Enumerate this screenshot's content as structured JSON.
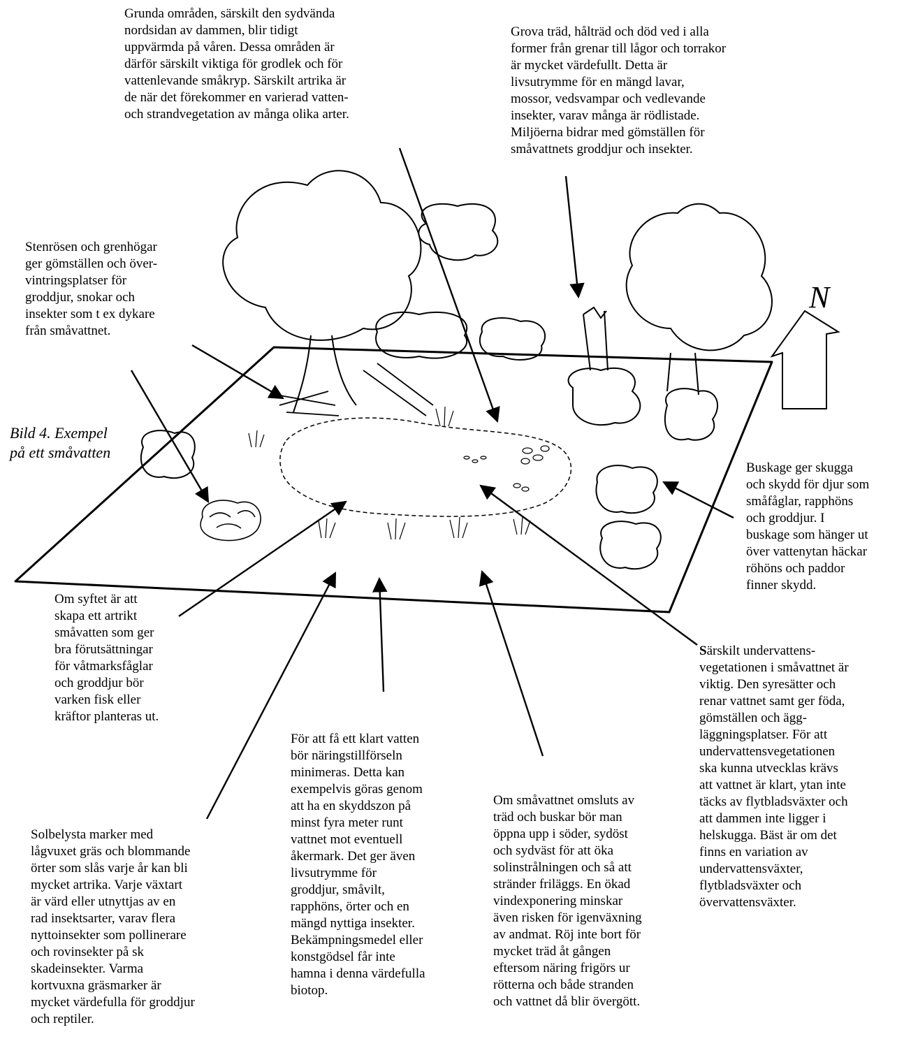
{
  "caption": "Bild 4. Exempel\npå ett småvatten",
  "north_label": "N",
  "annotations": {
    "shallow_areas": "Grunda områden, särskilt den sydvända\nnordsidan av dammen, blir tidigt\nuppvärmda på våren. Dessa områden är\ndärför särskilt viktiga för grodlek och för\nvattenlevande småkryp. Särskilt artrika är\nde när det förekommer en varierad vatten-\noch strandvegetation av många olika arter.",
    "dead_wood": "Grova träd, hålträd och död ved i alla\nformer från grenar till lågor och torrakor\när mycket värdefullt. Detta är\nlivsutrymme för en mängd lavar,\nmossor, vedsvampar och vedlevande\ninsekter, varav många är rödlistade.\nMiljöerna bidrar med gömställen för\nsmåvattnets groddjur och insekter.",
    "stone_piles": "Stenrösen och grenhögar\nger gömställen och över-\nvintringsplatser för\ngroddjur, snokar och\ninsekter som t ex dykare\nfrån småvattnet.",
    "shrubs": "Buskage ger skugga\noch skydd för djur som\nsmåfåglar, rapphöns\noch groddjur. I\nbuskage som hänger ut\növer vattenytan häckar\nröhöns och paddor\nfinner skydd.",
    "no_fish": "Om syftet är att\nskapa ett artrikt\nsmåvatten som ger\nbra förutsättningar\nför våtmarksfåglar\noch groddjur bör\nvarken fisk eller\nkräftor planteras ut.",
    "underwater_lead": "S",
    "underwater_rest": "ärskilt undervattens-\nvegetationen i småvattnet är\nviktig. Den syresätter och\nrenar vattnet samt ger föda,\ngömställen och ägg-\nläggningsplatser. För att\nundervattensvegetationen\nska kunna utvecklas krävs\natt vattnet är klart, ytan inte\ntäcks av flytbladsväxter och\natt dammen inte ligger i\nhelskugga. Bäst är om det\nfinns en variation av\nundervattensväxter,\nflytbladsväxter och\növervattensväxter.",
    "clear_water": "För att få ett klart vatten\nbör näringstillförseln\nminimeras. Detta kan\nexempelvis göras genom\natt ha en skyddszon på\nminst fyra meter runt\nvattnet mot eventuell\nåkermark. Det ger även\nlivsutrymme för\ngroddjur, småvilt,\nrapphöns, örter och en\nmängd nyttiga insekter.\nBekämpningsmedel eller\nkonstgödsel får inte\nhamna i denna värdefulla\nbiotop.",
    "open_south": "Om småvattnet omsluts av\nträd och buskar bör man\nöppna upp i söder, sydöst\noch sydväst för att öka\nsolinstrålningen och så att\nstränder friläggs. En ökad\nvindexponering minskar\näven risken för igenväxning\nav andmat. Röj inte bort för\nmycket träd åt gången\neftersom näring frigörs ur\nrötterna och både stranden\noch vattnet då blir övergött.",
    "sunny_meadows": "Solbelysta marker med\nlågvuxet gräs och blommande\nörter som slås varje år kan bli\nmycket artrika. Varje växtart\när värd eller utnyttjas av en\nrad insektsarter, varav flera\nnyttoinsekter som pollinerare\noch rovinsekter på sk\nskadeinsekter. Varma\nkortvuxna gräsmarker är\nmycket värdefulla för groddjur\noch reptiler."
  }
}
